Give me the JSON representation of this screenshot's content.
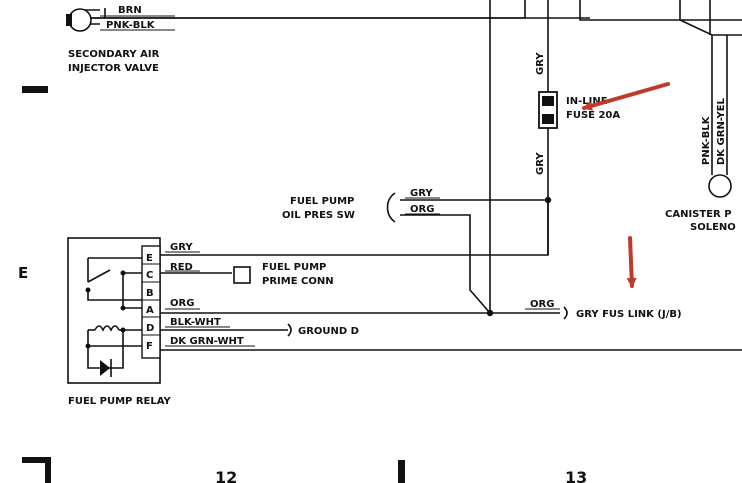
{
  "top_wires": {
    "brn": "BRN",
    "pnk_blk": "PNK-BLK"
  },
  "secondary_air": {
    "line1": "SECONDARY AIR",
    "line2": "INJECTOR VALVE"
  },
  "inline_fuse": {
    "wire_top": "GRY",
    "wire_bottom": "GRY",
    "line1": "IN-LINE",
    "line2": "FUSE 20A"
  },
  "canister": {
    "wire1": "PNK-BLK",
    "wire2": "DK GRN-YEL",
    "line1": "CANISTER P",
    "line2": "SOLENO"
  },
  "oil_pres_sw": {
    "line1": "FUEL PUMP",
    "line2": "OIL PRES SW",
    "wire1": "GRY",
    "wire2": "ORG"
  },
  "relay": {
    "title": "FUEL PUMP RELAY",
    "pins": [
      "E",
      "C",
      "B",
      "A",
      "D",
      "F"
    ],
    "wires": {
      "e": "GRY",
      "c": "RED",
      "a": "ORG",
      "d": "BLK-WHT",
      "f": "DK GRN-WHT"
    }
  },
  "prime_conn": {
    "line1": "FUEL PUMP",
    "line2": "PRIME CONN"
  },
  "ground": "GROUND D",
  "fus_link": {
    "wire": "ORG",
    "label": "GRY FUS LINK (J/B)"
  },
  "margin_letter": "E",
  "grid_numbers": [
    "12",
    "13"
  ],
  "colors": {
    "ink": "#111111",
    "arrow": "#c0392b"
  }
}
